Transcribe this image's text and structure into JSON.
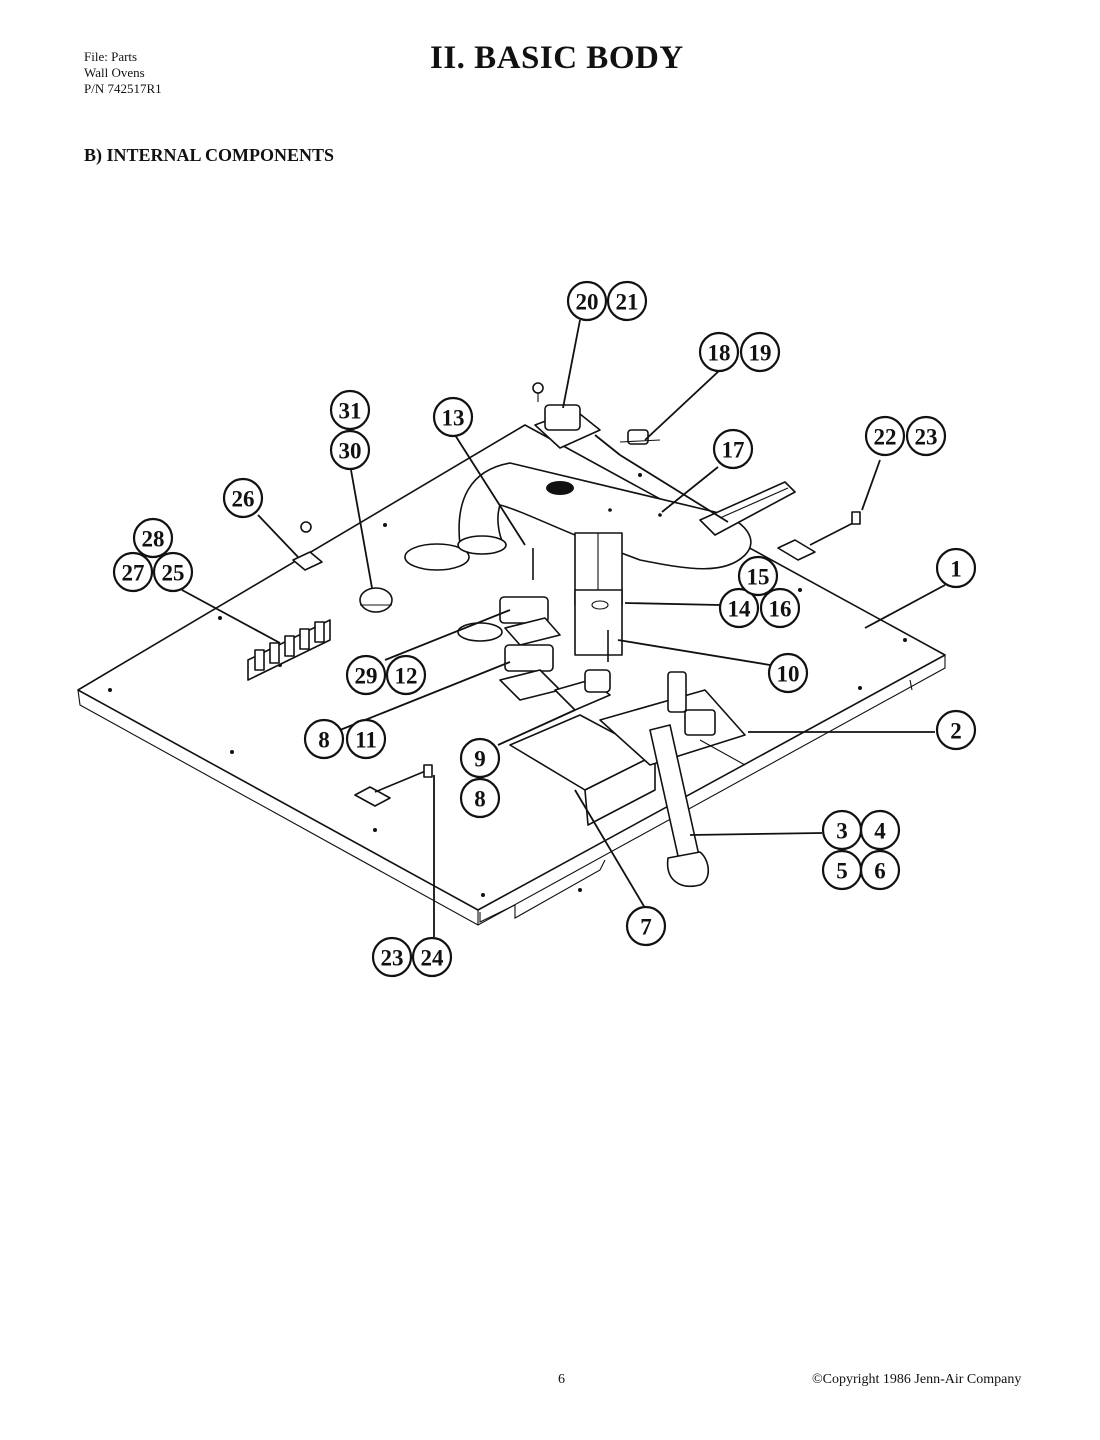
{
  "header": {
    "file_lines": [
      "File: Parts",
      "Wall Ovens",
      "P/N 742517R1"
    ],
    "title": "II.  BASIC BODY",
    "section": "B)  INTERNAL COMPONENTS"
  },
  "footer": {
    "page_number": "6",
    "copyright": "©Copyright 1986 Jenn-Air Company"
  },
  "callouts": [
    "1",
    "2",
    "3",
    "4",
    "5",
    "6",
    "7",
    "8",
    "8",
    "9",
    "10",
    "11",
    "12",
    "13",
    "14",
    "15",
    "16",
    "17",
    "18",
    "19",
    "20",
    "21",
    "22",
    "23",
    "23",
    "24",
    "25",
    "26",
    "27",
    "28",
    "29",
    "30",
    "31"
  ]
}
